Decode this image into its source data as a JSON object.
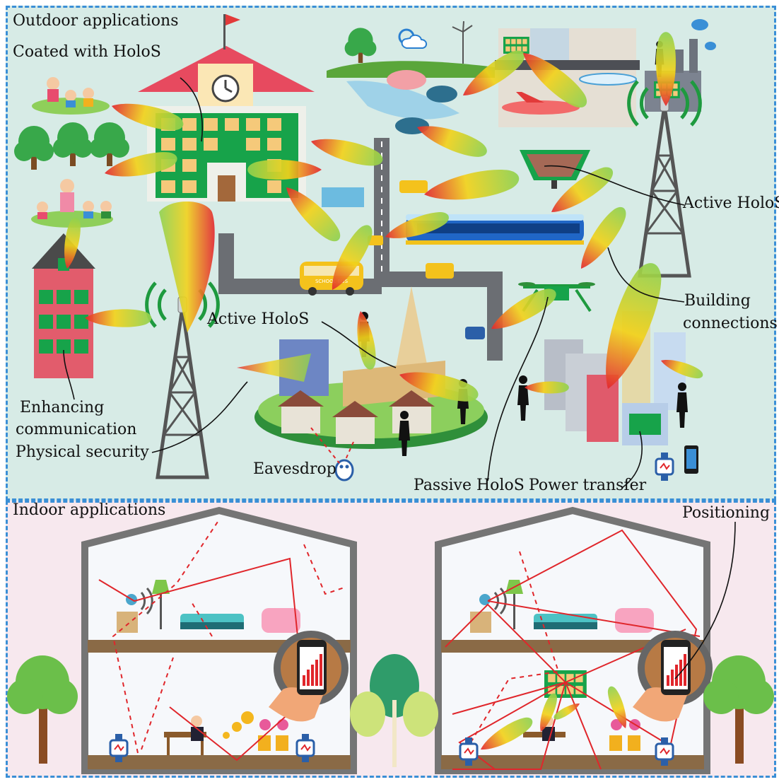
{
  "outdoor": {
    "title": "Outdoor applications",
    "coated": "Coated with HoloS",
    "active_holos_right": "Active HoloS",
    "active_holos_center": "Active HoloS",
    "building_connections_1": "Building",
    "building_connections_2": "connections",
    "enhancing_1": "Enhancing",
    "enhancing_2": "communication",
    "physical_security": "Physical security",
    "eavesdrop": "Eavesdrop",
    "passive_holos": "Passive HoloS",
    "power_transfer": "Power transfer",
    "bus_sign": "SCHOOL BUS"
  },
  "indoor": {
    "title": "Indoor applications",
    "positioning": "Positioning"
  },
  "colors": {
    "outdoor_bg": "#d7ebe6",
    "indoor_bg": "#f7e8ee",
    "border": "#3a8fd6",
    "beam_red": "#e3262e",
    "beam_yellow": "#f2d21b",
    "beam_green": "#8fd14f",
    "holos_green": "#1aa84a",
    "ray_red": "#e0262b"
  }
}
